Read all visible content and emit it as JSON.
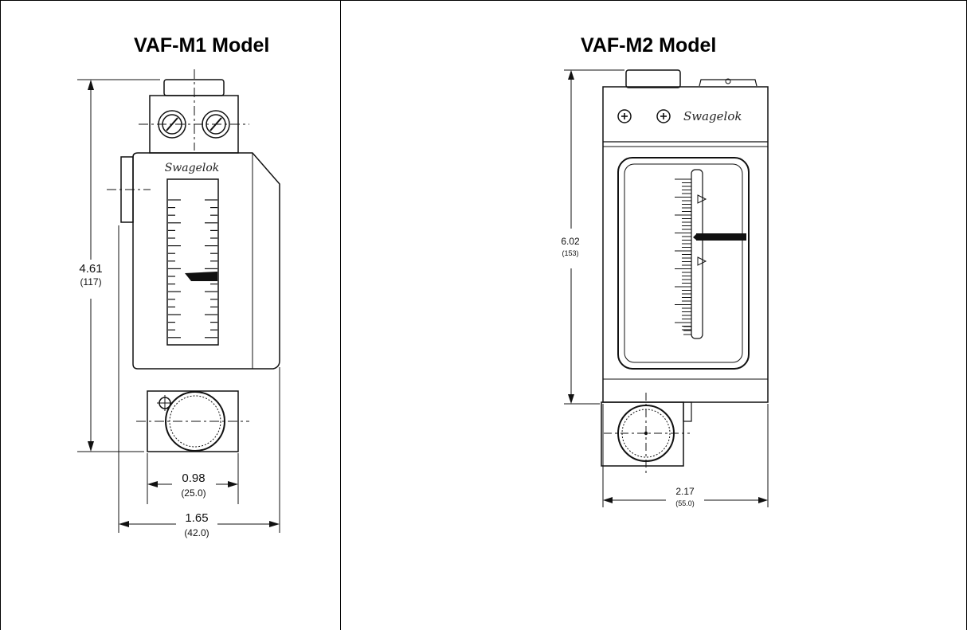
{
  "panels": {
    "m1": {
      "title": "VAF-M1 Model",
      "brand": "Swagelok",
      "dimensions": {
        "height": {
          "value": "4.61",
          "metric": "(117)"
        },
        "inner_width": {
          "value": "0.98",
          "metric": "(25.0)"
        },
        "outer_width": {
          "value": "1.65",
          "metric": "(42.0)"
        }
      }
    },
    "m2": {
      "title": "VAF-M2 Model",
      "brand": "Swagelok",
      "dimensions": {
        "height": {
          "value": "6.02",
          "metric": "(153)"
        },
        "width": {
          "value": "2.17",
          "metric": "(55.0)"
        }
      }
    }
  }
}
